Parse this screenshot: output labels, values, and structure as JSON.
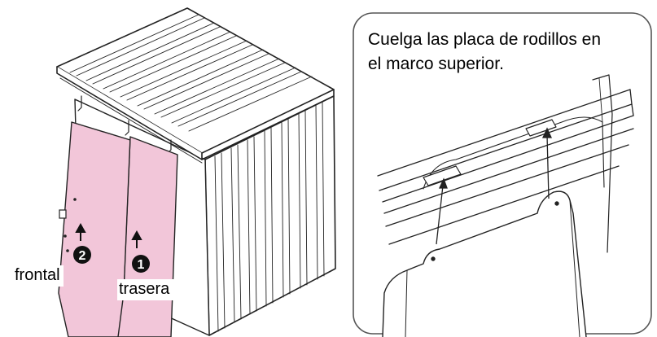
{
  "caption": {
    "line1": "Cuelga las placa de rodillos en",
    "line2": "el marco superior."
  },
  "labels": {
    "front_panel": "frontal",
    "rear_panel": "trasera"
  },
  "step_markers": {
    "front": "2",
    "rear": "1"
  },
  "colors": {
    "panel_fill": "#f2c6d9",
    "line": "#222222",
    "callout_border": "#555555",
    "marker": "#111111"
  },
  "icons": [
    "up-arrow-icon",
    "number-circle-icon"
  ]
}
